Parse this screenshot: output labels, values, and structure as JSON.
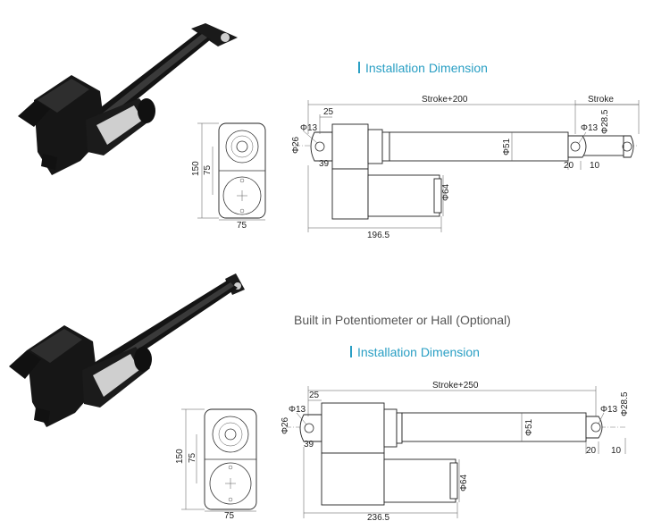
{
  "top": {
    "heading": "Installation Dimension",
    "end_view": {
      "height_total": "150",
      "height_upper": "75",
      "width": "75"
    },
    "side_view": {
      "overall_length": "Stroke+200",
      "stroke": "Stroke",
      "clevis_offset": "25",
      "pin_hole_rear": "Φ13",
      "clevis_width": "Φ26",
      "rear_gap": "39",
      "rod_diameter": "Φ51",
      "pin_hole_front": "Φ13",
      "front_diameter": "Φ28.5",
      "front_gap": "20",
      "front_end": "10",
      "motor_diameter": "Φ64",
      "body_length": "196.5"
    }
  },
  "middle": {
    "note": "Built in Potentiometer or Hall (Optional)"
  },
  "bottom": {
    "heading": "Installation Dimension",
    "end_view": {
      "height_total": "150",
      "height_upper": "75",
      "width": "75"
    },
    "side_view": {
      "overall_length": "Stroke+250",
      "clevis_offset": "25",
      "pin_hole_rear": "Φ13",
      "clevis_width": "Φ26",
      "rear_gap": "39",
      "rod_diameter": "Φ51",
      "pin_hole_front": "Φ13",
      "front_diameter": "Φ28.5",
      "front_gap": "20",
      "front_end": "10",
      "motor_diameter": "Φ64",
      "body_length": "236.5"
    }
  }
}
